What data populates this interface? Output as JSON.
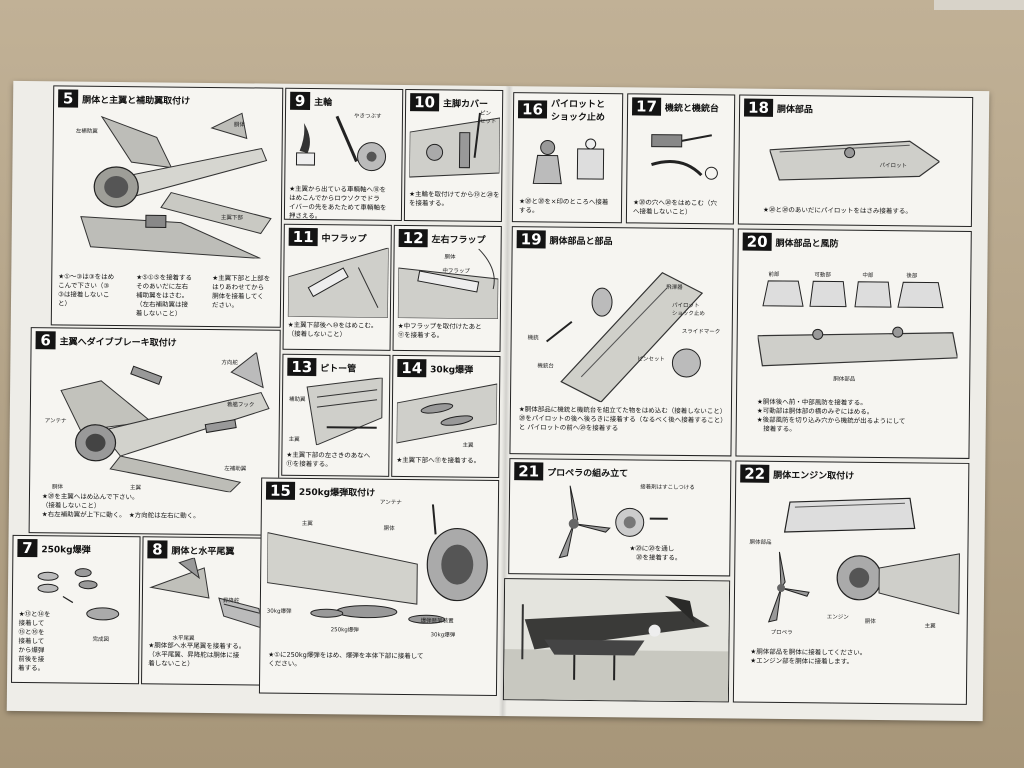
{
  "steps": {
    "s5": {
      "num": "5",
      "title": "胴体と主翼と補助翼取付け",
      "cap1": "★①〜③は③をはめ\nこんで下さい（③\n③は接着しないこ\nと）",
      "cap2": "★⑤①⑤を接着する\nそのあいだに左右\n補助翼をはさむ。\n（左右補助翼は接\n着しないこと）",
      "cap3": "★主翼下部と上部を\nはりあわせてから\n胴体を接着してく\nださい。",
      "l_hojo": "左補助翼",
      "l_dotai": "胴体",
      "l_shuyoku": "主翼下部"
    },
    "s6": {
      "num": "6",
      "title": "主翼へダイブブレーキ取付け",
      "cap": "★⑳を主翼へはめ込んで下さい。\n（接着しないこと）\n★右左補助翼が上下に動く。　★方向舵は左右に動く。",
      "l_antenna": "アンテナ",
      "l_hoko": "方向舵",
      "l_hook": "着艦フック",
      "l_dotai": "胴体",
      "l_shuyoku": "主翼",
      "l_hojo": "左補助翼"
    },
    "s7": {
      "num": "7",
      "title": "250kg爆弾",
      "cap": "★⑬と⑭を\n接着して\n⑮と⑯を\n接着して\nから爆弾\n前後を接\n着する。",
      "l_kansei": "完成図"
    },
    "s8": {
      "num": "8",
      "title": "胴体と水平尾翼",
      "cap": "★胴体部へ水平尾翼を接着する。\n（水平尾翼、昇降舵は胴体に接\n着しないこと）",
      "l_shokoda": "昇降舵",
      "l_suihei": "水平尾翼"
    },
    "s9": {
      "num": "9",
      "title": "主輪",
      "cap": "★主翼から出ている車輌軸へ⑱を\nはめこんでからロウソクでドラ\nイバーの先をあたためて車輌軸を\n押さえる。",
      "l_yasuri": "やきつぶす"
    },
    "s10": {
      "num": "10",
      "title": "主脚カバー",
      "cap": "★主輪を取付けてから⑲と⑳を\nを接着する。",
      "l_pin": "ピン\nセット"
    },
    "s11": {
      "num": "11",
      "title": "中フラップ",
      "cap": "★主翼下部後へ⑩をはめこむ。\n（接着しないこと）"
    },
    "s12": {
      "num": "12",
      "title": "左右フラップ",
      "cap": "★中フラップを取付けたあと\n⑪を接着する。",
      "l_dotai": "胴体",
      "l_naka": "中フラップ"
    },
    "s13": {
      "num": "13",
      "title": "ピトー管",
      "cap": "★主翼下部の左さきのあなへ\n⑪を接着する。",
      "l_hojo": "補助翼",
      "l_shuyoku": "主翼"
    },
    "s14": {
      "num": "14",
      "title": "30kg爆弾",
      "cap": "★主翼下部へ⑪を接着する。",
      "l_shuyoku": "主翼"
    },
    "s15": {
      "num": "15",
      "title": "250kg爆弾取付け",
      "cap": "★①に250kg爆弾をはめ、爆弾を本体下部に接着して\nください。",
      "l_antenna": "アンテナ",
      "l_dotai": "胴体",
      "l_shuyoku": "主翼",
      "l_30a": "30kg爆弾",
      "l_250": "250kg爆弾",
      "l_sochi": "爆弾懸架装置",
      "l_30b": "30kg爆弾"
    },
    "s16": {
      "num": "16",
      "title": "パイロットと\nショック止め",
      "cap": "★⑳と⑳を×印のところへ接着\nする。"
    },
    "s17": {
      "num": "17",
      "title": "機銃と機銃台",
      "cap": "★⑳の穴へ⑳をはめこむ（穴\nへ接着しないこと）"
    },
    "s18": {
      "num": "18",
      "title": "胴体部品",
      "cap": "★⑳と⑳のあいだにパイロットをはさみ接着する。",
      "l_pilot": "パイロット"
    },
    "s19": {
      "num": "19",
      "title": "胴体部品と部品",
      "cap": "★胴体部品に機銃と機銃台を組立てた物をはめ込む（接着しないこと）\n⑳をパイロットの後へ後ろきに接着する（なるべく後へ接着すること）\nと パイロットの前へ⑳を接着する",
      "l_hiyoki": "飛澤器",
      "l_shock": "パイロット\nショック止め",
      "l_slide": "スライドマーク",
      "l_kiju": "機銃",
      "l_kijudai": "機銃台",
      "l_pin": "ピンセット"
    },
    "s20": {
      "num": "20",
      "title": "胴体部品と風防",
      "cap": "★胴体後へ前・中部風防を接着する。\n★可動部は胴体部の横のみぞにはめる。\n★後部風防を切り込み穴から機銃が出るようにして\n　接着する。",
      "l_zenbu": "前部",
      "l_kado1": "可動部",
      "l_chubu": "中部",
      "l_kobu": "後部",
      "l_dotaibuhin": "胴体部品"
    },
    "s21": {
      "num": "21",
      "title": "プロペラの組み立て",
      "cap": "★⑳に⑳を通し\n　⑳を接着する。",
      "l_sesshaku": "接着剤はすこしつける"
    },
    "s22": {
      "num": "22",
      "title": "胴体エンジン取付け",
      "cap": "★胴体部品を胴体に接着してください。\n★エンジン部を胴体に接着します。",
      "l_dotaibuhin": "胴体部品",
      "l_engine": "エンジン",
      "l_prop": "プロペラ",
      "l_dotai": "胴体",
      "l_shuyoku": "主翼"
    }
  },
  "colors": {
    "ink": "#141414",
    "paper": "#f6f5f1",
    "table": "#b5a58c",
    "stroke": "#333333",
    "fill": "#cfcfca"
  }
}
